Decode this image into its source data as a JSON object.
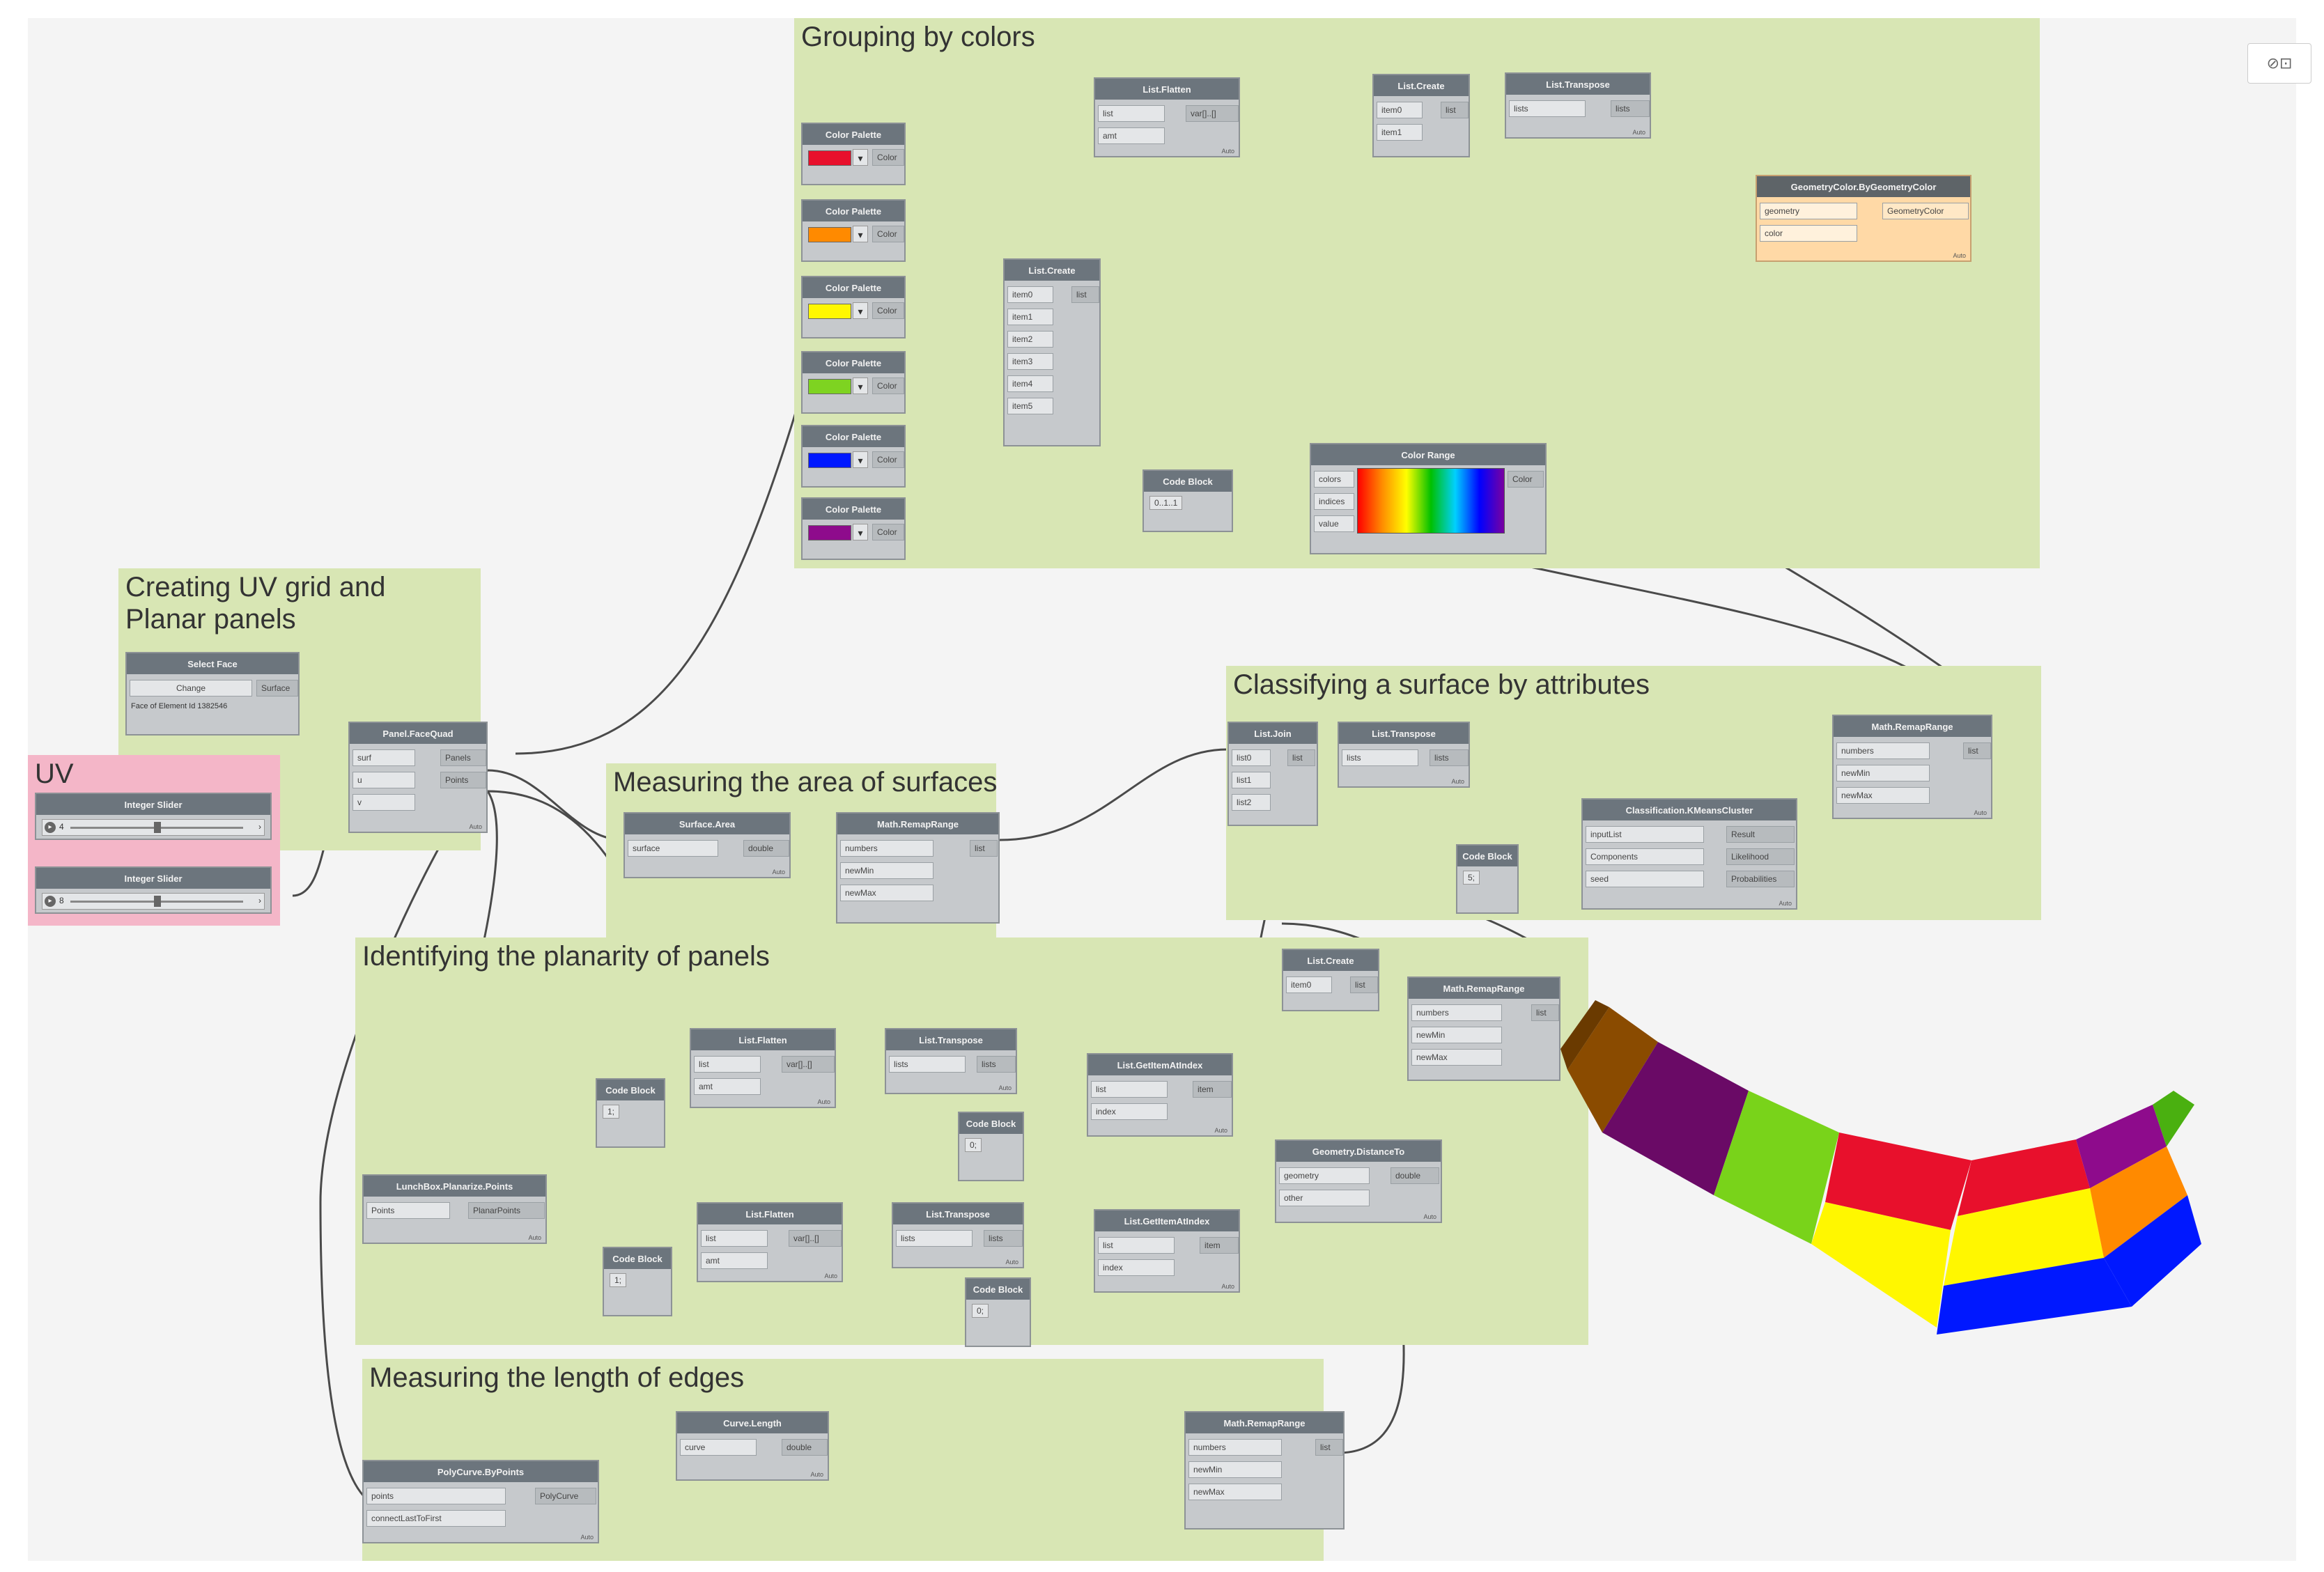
{
  "groups": {
    "grouping_colors": "Grouping by colors",
    "uv_grid": "Creating UV grid and Planar panels",
    "uv": "UV",
    "area": "Measuring the area of surfaces",
    "classify": "Classifying a surface by attributes",
    "planarity": "Identifying the planarity of panels",
    "length": "Measuring the length of edges"
  },
  "nodes": {
    "select_face": {
      "title": "Select Face",
      "button": "Change",
      "out": "Surface",
      "info": "Face of Element Id 1382546"
    },
    "panel_quad": {
      "title": "Panel.FaceQuad",
      "in": [
        "surf",
        "u",
        "v"
      ],
      "out": [
        "Panels",
        "Points"
      ]
    },
    "slider1": {
      "title": "Integer Slider",
      "value": "4"
    },
    "slider2": {
      "title": "Integer Slider",
      "value": "8"
    },
    "palette_title": "Color Palette",
    "palette_out": "Color",
    "list_create_colors": {
      "title": "List.Create",
      "in": [
        "item0",
        "item1",
        "item2",
        "item3",
        "item4",
        "item5"
      ],
      "out": "list"
    },
    "list_flatten_top": {
      "title": "List.Flatten",
      "in": [
        "list",
        "amt"
      ],
      "out": "var[]..[]"
    },
    "list_create_top": {
      "title": "List.Create",
      "in": [
        "item0",
        "item1"
      ],
      "out": "list"
    },
    "list_transpose_top": {
      "title": "List.Transpose",
      "in": "lists",
      "out": "lists"
    },
    "geometry_color": {
      "title": "GeometryColor.ByGeometryColor",
      "in": [
        "geometry",
        "color"
      ],
      "out": "GeometryColor"
    },
    "code_block_top": {
      "title": "Code Block",
      "text": "0..1..1"
    },
    "color_range": {
      "title": "Color Range",
      "in": [
        "colors",
        "indices",
        "value"
      ],
      "out": "Color"
    },
    "surface_area": {
      "title": "Surface.Area",
      "in": "surface",
      "out": "double"
    },
    "remap_area": {
      "title": "Math.RemapRange",
      "in": [
        "numbers",
        "newMin",
        "newMax"
      ],
      "out": "list"
    },
    "list_join": {
      "title": "List.Join",
      "in": [
        "list0",
        "list1",
        "list2"
      ],
      "out": "list"
    },
    "list_transpose_mid": {
      "title": "List.Transpose",
      "in": "lists",
      "out": "lists"
    },
    "code_block_classify": {
      "title": "Code Block",
      "text": "5;"
    },
    "classification": {
      "title": "Classification.KMeansCluster",
      "in": [
        "inputList",
        "Components",
        "seed"
      ],
      "out": [
        "Result",
        "Likelihood",
        "Probabilities"
      ]
    },
    "remap_classify": {
      "title": "Math.RemapRange",
      "in": [
        "numbers",
        "newMin",
        "newMax"
      ],
      "out": "list"
    },
    "list_create_mid": {
      "title": "List.Create",
      "in": "item0",
      "out": "list"
    },
    "remap_planarity": {
      "title": "Math.RemapRange",
      "in": [
        "numbers",
        "newMin",
        "newMax"
      ],
      "out": "list"
    },
    "list_flatten_a": {
      "title": "List.Flatten",
      "in": [
        "list",
        "amt"
      ],
      "out": "var[]..[]"
    },
    "code_block_a": {
      "title": "Code Block",
      "text": "1;"
    },
    "list_transpose_a": {
      "title": "List.Transpose",
      "in": "lists",
      "out": "lists"
    },
    "list_getitem_a": {
      "title": "List.GetItemAtIndex",
      "in": [
        "list",
        "index"
      ],
      "out": "item"
    },
    "code_block_b": {
      "title": "Code Block",
      "text": "0;"
    },
    "lunchbox_planarize": {
      "title": "LunchBox.Planarize.Points",
      "in": "Points",
      "out": "PlanarPoints"
    },
    "list_flatten_b": {
      "title": "List.Flatten",
      "in": [
        "list",
        "amt"
      ],
      "out": "var[]..[]"
    },
    "code_block_c": {
      "title": "Code Block",
      "text": "1;"
    },
    "list_transpose_b": {
      "title": "List.Transpose",
      "in": "lists",
      "out": "lists"
    },
    "list_getitem_b": {
      "title": "List.GetItemAtIndex",
      "in": [
        "list",
        "index"
      ],
      "out": "item"
    },
    "code_block_d": {
      "title": "Code Block",
      "text": "0;"
    },
    "geometry_distance": {
      "title": "Geometry.DistanceTo",
      "in": [
        "geometry",
        "other"
      ],
      "out": "double"
    },
    "polycurve": {
      "title": "PolyCurve.ByPoints",
      "in": [
        "points",
        "connectLastToFirst"
      ],
      "out": "PolyCurve"
    },
    "curve_length": {
      "title": "Curve.Length",
      "in": "curve",
      "out": "double"
    },
    "remap_length": {
      "title": "Math.RemapRange",
      "in": [
        "numbers",
        "newMin",
        "newMax"
      ],
      "out": "list"
    },
    "footer": "Auto"
  },
  "colors": {
    "red": "#e8102c",
    "orange": "#ff8a00",
    "yellow": "#fff700",
    "green": "#7ed321",
    "blue": "#0018ff",
    "purple": "#8e0b8c"
  },
  "toolbar_icon": "view-toggle-icon"
}
